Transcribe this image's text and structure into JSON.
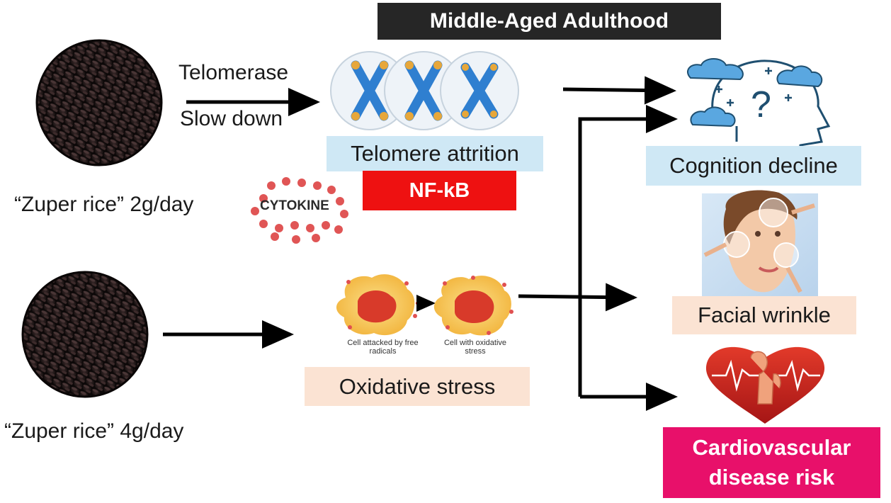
{
  "title": "Middle-Aged Adulthood",
  "inputs": {
    "dose_low_label": "“Zuper rice” 2g/day",
    "dose_high_label": "“Zuper rice” 4g/day",
    "telomerase_label": "Telomerase",
    "slow_down_label": "Slow down"
  },
  "mechanisms": {
    "telomere_label": "Telomere attrition",
    "nfkb_label": "NF-kB",
    "cytokine_label": "CYTOKINE",
    "oxidative_label": "Oxidative stress",
    "cell_attacked_label": "Cell attacked by free radicals",
    "cell_stress_label": "Cell with oxidative stress"
  },
  "outcomes": {
    "cognition_label": "Cognition decline",
    "wrinkle_label": "Facial wrinkle",
    "cardio_line1": "Cardiovascular",
    "cardio_line2": "disease risk"
  },
  "colors": {
    "title_bg": "#262626",
    "nfkb_bg": "#ee1111",
    "cardio_bg": "#e8106a",
    "blue_label_bg": "#cfe8f5",
    "peach_label_bg": "#fbe3d3"
  }
}
